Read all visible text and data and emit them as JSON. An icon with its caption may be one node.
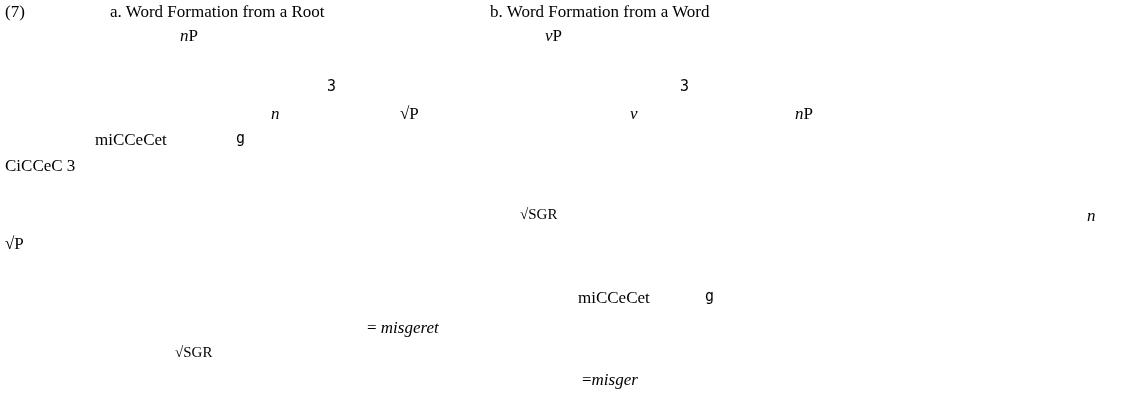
{
  "diagram": {
    "labels": [
      "(7)",
      "a. Word Formation from a Root",
      "b. Word Formation from a Word",
      "nP",
      "vP",
      "3",
      "3",
      "*n*",
      "√P",
      "*v*",
      "nP",
      "miCCeCet",
      "g",
      "CiCCeC 3",
      "√SGR",
      "*n*",
      "√P",
      "miCCeCet",
      "g",
      "= *misgeret*",
      "√SGR",
      "=*misger*"
    ]
  }
}
